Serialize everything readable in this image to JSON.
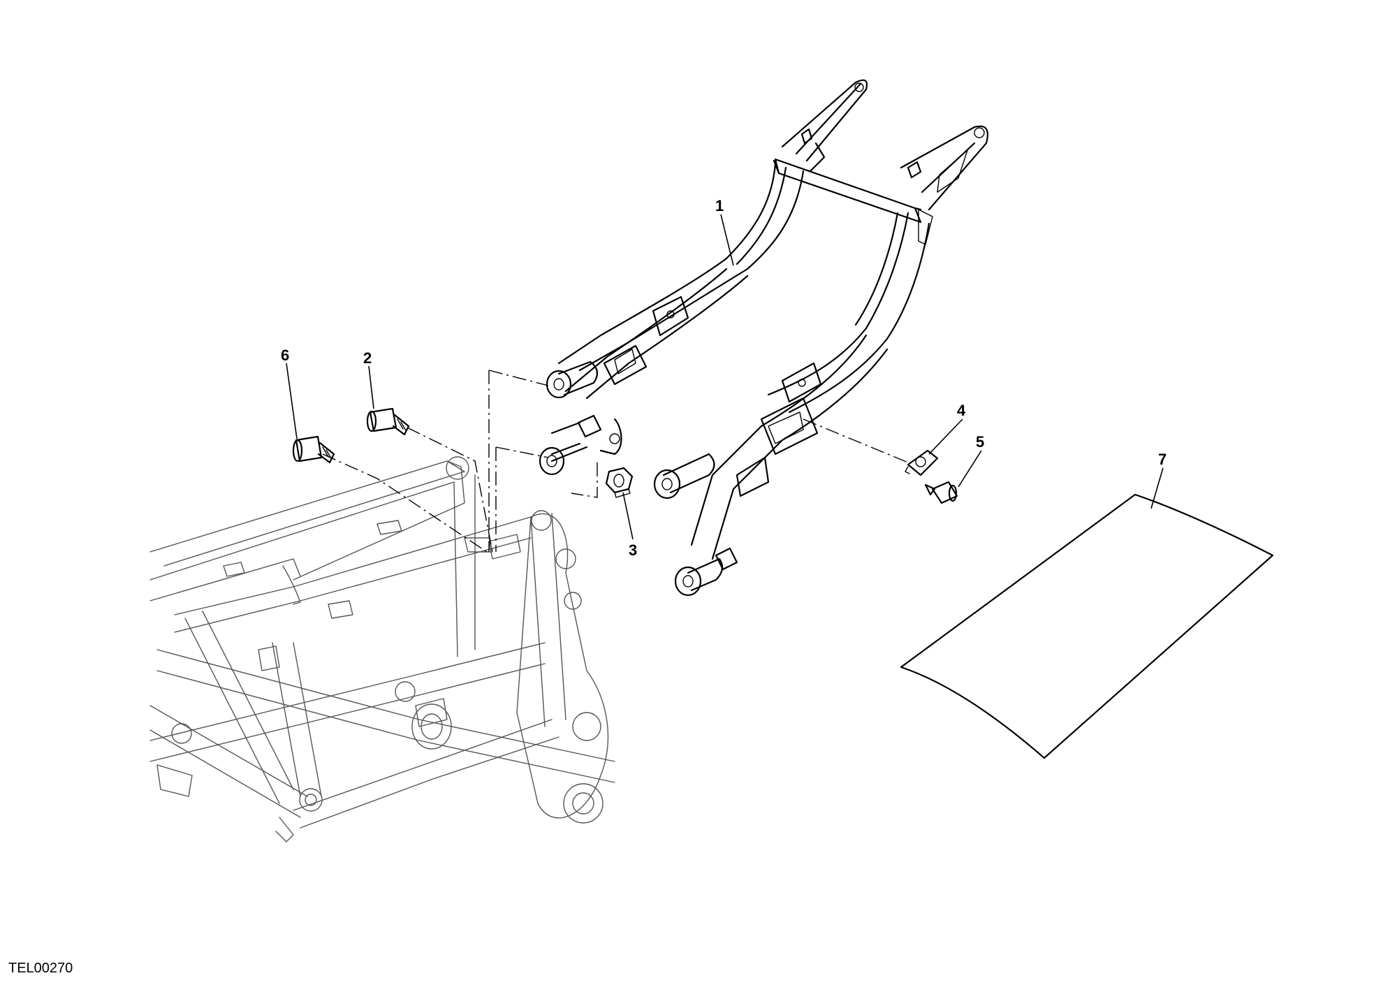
{
  "diagram": {
    "code": "TEL00270",
    "callouts": [
      "1",
      "2",
      "3",
      "4",
      "5",
      "6",
      "7"
    ]
  }
}
